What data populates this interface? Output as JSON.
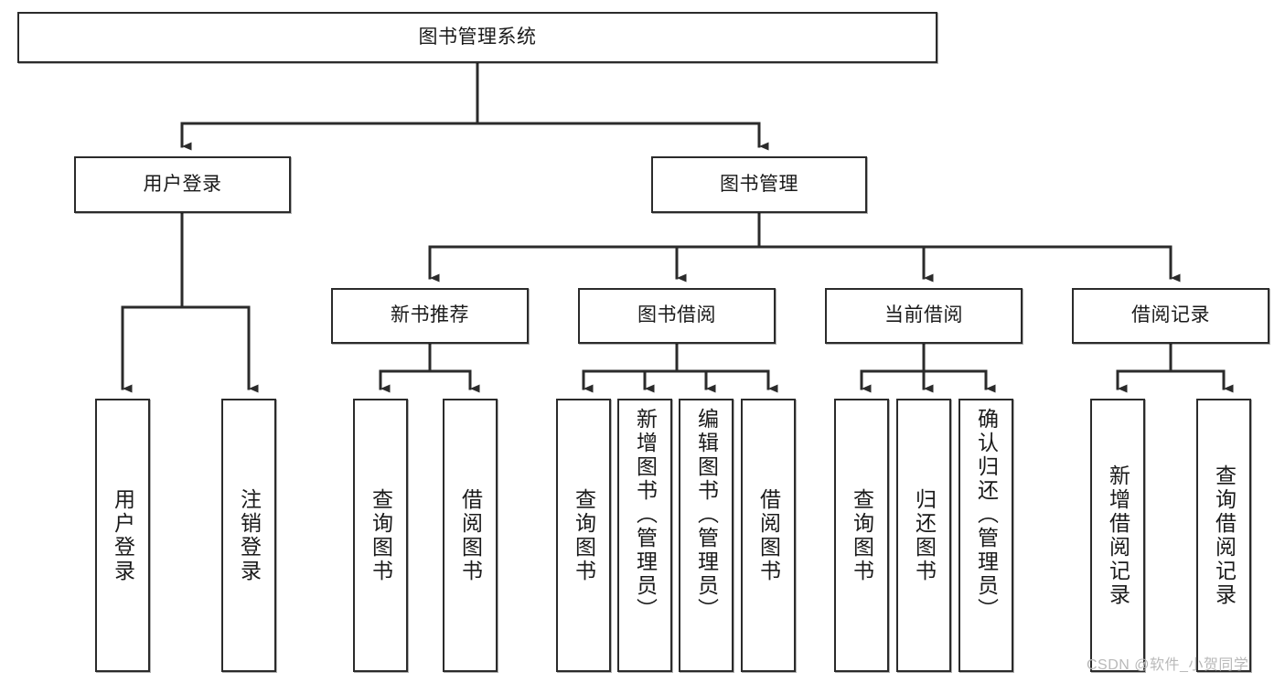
{
  "diagram": {
    "title": "图书管理系统",
    "type": "hierarchy-tree",
    "colors": {
      "node_border": "#2b2b2b",
      "node_fill": "#ffffff",
      "edge": "#2b2b2b",
      "watermark": "#b9b9b9",
      "background": "#ffffff"
    },
    "root": {
      "label": "图书管理系统"
    },
    "level2": [
      {
        "label": "用户登录"
      },
      {
        "label": "图书管理"
      }
    ],
    "level3": [
      {
        "label": "新书推荐"
      },
      {
        "label": "图书借阅"
      },
      {
        "label": "当前借阅"
      },
      {
        "label": "借阅记录"
      }
    ],
    "leaves": {
      "user_login": [
        {
          "label": "用户登录"
        },
        {
          "label": "注销登录"
        }
      ],
      "new_book_recommend": [
        {
          "label": "查询图书"
        },
        {
          "label": "借阅图书"
        }
      ],
      "book_borrow": [
        {
          "label": "查询图书"
        },
        {
          "label": "新增图书（管理员）"
        },
        {
          "label": "编辑图书（管理员）"
        },
        {
          "label": "借阅图书"
        }
      ],
      "current_borrow": [
        {
          "label": "查询图书"
        },
        {
          "label": "归还图书"
        },
        {
          "label": "确认归还（管理员）"
        }
      ],
      "borrow_records": [
        {
          "label": "新增借阅记录"
        },
        {
          "label": "查询借阅记录"
        }
      ]
    }
  },
  "watermark": {
    "text": "CSDN @软件_小贺同学"
  }
}
